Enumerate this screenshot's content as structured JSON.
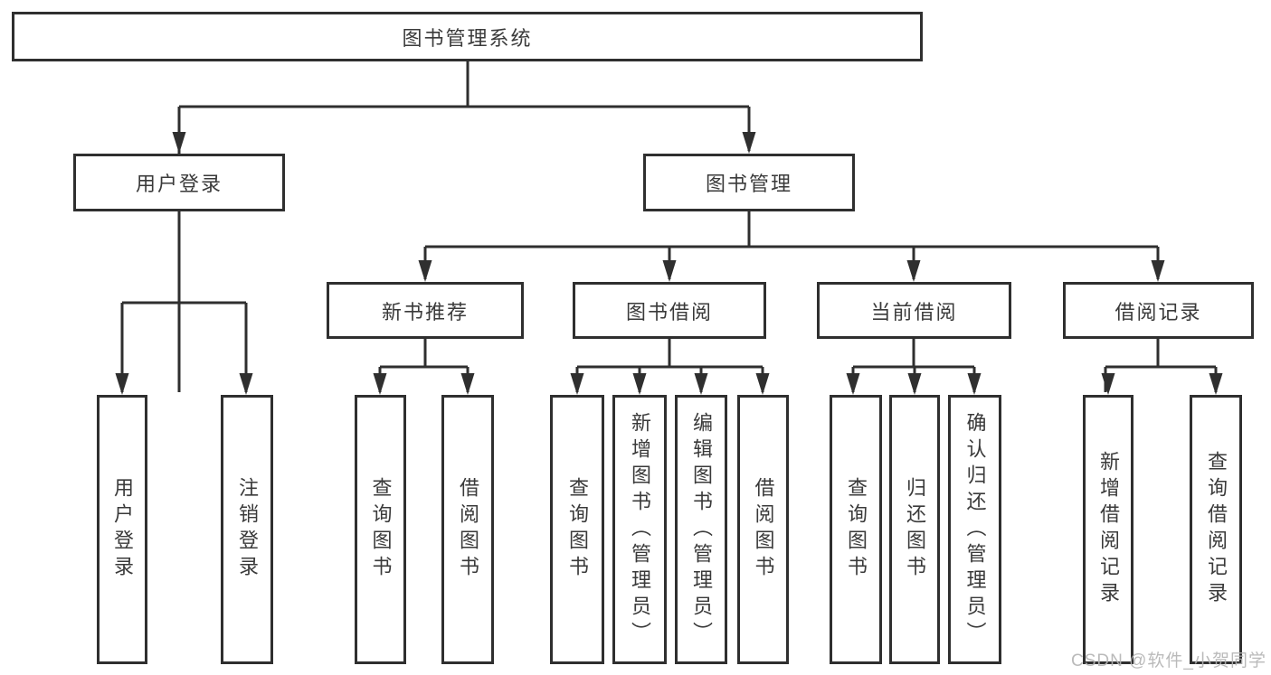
{
  "diagram": {
    "title": "图书管理系统",
    "colors": {
      "line": "#2f2f2f",
      "text": "#3a3a3a",
      "background": "#ffffff",
      "watermark": "#b3b3b3"
    },
    "nodes": {
      "root": "图书管理系统",
      "user_login": "用户登录",
      "book_management": "图书管理",
      "new_book_recommend": "新书推荐",
      "book_borrowing": "图书借阅",
      "current_borrowing": "当前借阅",
      "borrowing_records": "借阅记录",
      "user_login_action": "用户登录",
      "logout_action": "注销登录",
      "recommend_query_books": "查询图书",
      "recommend_borrow_books": "借阅图书",
      "borrowing_query_books": "查询图书",
      "borrowing_add_books": "新增图书（管理员）",
      "borrowing_edit_books": "编辑图书（管理员）",
      "borrowing_borrow_books": "借阅图书",
      "current_query_books": "查询图书",
      "current_return_books": "归还图书",
      "current_confirm_return": "确认归还（管理员）",
      "records_add_record": "新增借阅记录",
      "records_query_record": "查询借阅记录"
    },
    "watermark": "CSDN @软件_小贺同学"
  }
}
